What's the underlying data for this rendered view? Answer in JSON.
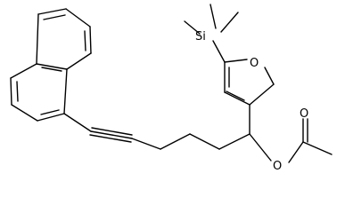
{
  "atoms": {
    "silicon": "Si",
    "furan_oxygen": "O",
    "ester_oxygen": "O",
    "carbonyl_oxygen": "O"
  },
  "colors": {
    "bond": "#000000",
    "text": "#000000",
    "background": "#ffffff"
  }
}
